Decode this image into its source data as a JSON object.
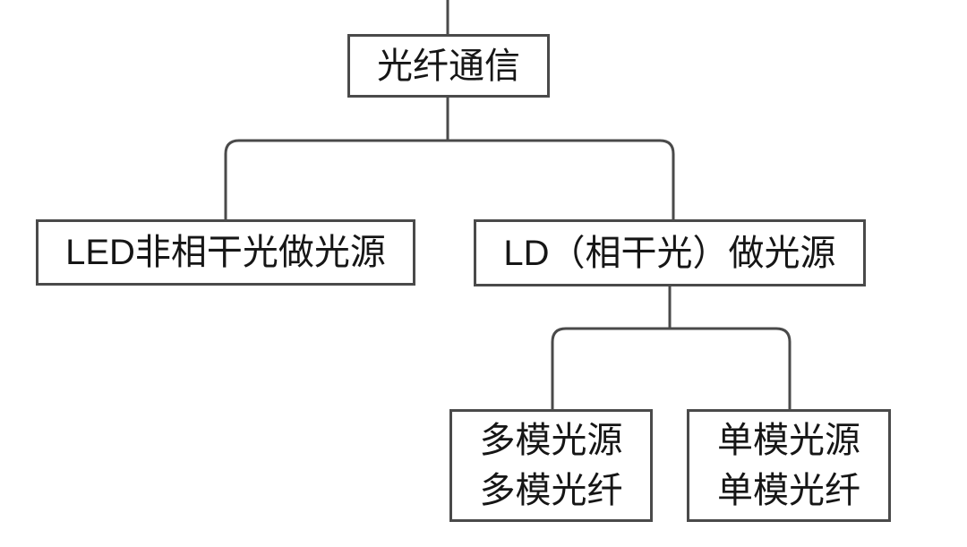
{
  "diagram": {
    "type": "tree",
    "language": "zh",
    "nodes": {
      "root": {
        "label": "光纤通信"
      },
      "led": {
        "label": "LED非相干光做光源"
      },
      "ld": {
        "label": "LD（相干光）做光源"
      },
      "multimode": {
        "line1": "多模光源",
        "line2": "多模光纤"
      },
      "singlemode": {
        "line1": "单模光源",
        "line2": "单模光纤"
      }
    },
    "edges": [
      {
        "from": "光纤通信",
        "to": "LED非相干光做光源"
      },
      {
        "from": "光纤通信",
        "to": "LD（相干光）做光源"
      },
      {
        "from": "LD（相干光）做光源",
        "to": "多模光源 多模光纤"
      },
      {
        "from": "LD（相干光）做光源",
        "to": "单模光源 单模光纤"
      }
    ],
    "colors": {
      "line": "#4a4a4a",
      "box_border": "#4a4a4a",
      "text": "#161616",
      "background": "#ffffff"
    }
  }
}
